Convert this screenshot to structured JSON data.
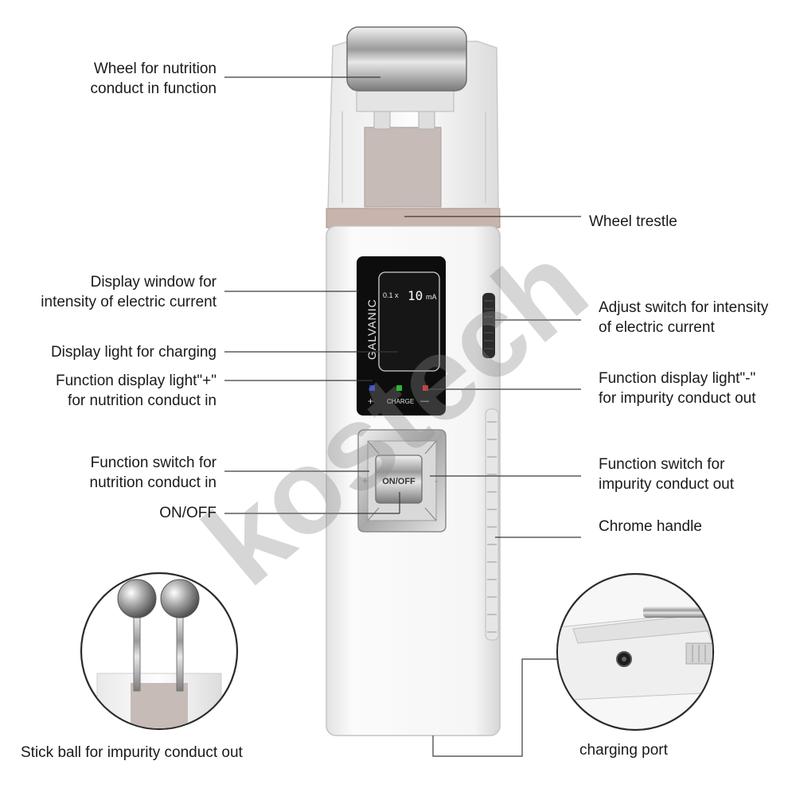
{
  "labels": {
    "wheel_nutrition": "Wheel for nutrition\nconduct in function",
    "wheel_trestle": "Wheel trestle",
    "display_window": "Display window for\nintensity of electric current",
    "adjust_switch": "Adjust switch for intensity\nof electric current",
    "display_light_charging": "Display light for charging",
    "function_light_plus": "Function display light\"+\"\nfor nutrition conduct in",
    "function_light_minus": "Function display light\"-\"\nfor impurity conduct out",
    "function_switch_in": "Function switch for\nnutrition conduct in",
    "function_switch_out": "Function switch for\nimpurity conduct out",
    "on_off": "ON/OFF",
    "chrome_handle": "Chrome handle",
    "stick_ball": "Stick ball for impurity conduct out",
    "charging_port": "charging port"
  },
  "device": {
    "brand_text": "GALVANIC",
    "readout_multiplier": "0.1 x",
    "readout_value": "10",
    "readout_unit": "mA",
    "plus_sign": "+",
    "charge_text": "CHARGE",
    "minus_sign": "—",
    "button_text": "ON/OFF",
    "button_side_plus": "+",
    "button_side_minus": "-"
  },
  "watermark": "kostech",
  "colors": {
    "led_plus": "#2244dd",
    "led_charge": "#22bb33",
    "led_minus": "#dd2222",
    "display_bg": "#0d0d0d",
    "body": "#f4f4f4",
    "trestle": "#c8b4ac"
  }
}
